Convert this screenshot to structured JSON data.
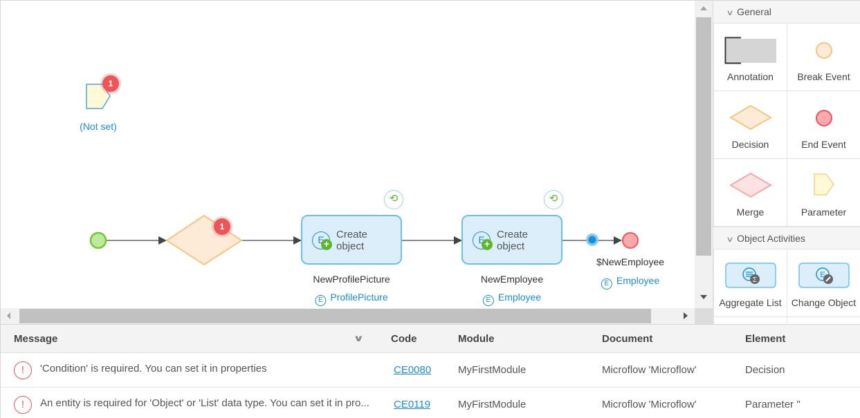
{
  "canvas": {
    "parameter": {
      "label": "(Not set)",
      "error_count": "1"
    },
    "decision": {
      "error_count": "1"
    },
    "activities": [
      {
        "text_line1": "Create",
        "text_line2": "object",
        "variable": "NewProfilePicture",
        "entity": "ProfilePicture",
        "entity_icon": "E"
      },
      {
        "text_line1": "Create",
        "text_line2": "object",
        "variable": "NewEmployee",
        "entity": "Employee",
        "entity_icon": "E"
      }
    ],
    "end_event": {
      "return_value": "$NewEmployee",
      "entity": "Employee",
      "entity_icon": "E"
    },
    "colors": {
      "start_fill": "#bfe7a0",
      "start_stroke": "#6fc92b",
      "decision_fill": "#fdebd8",
      "decision_stroke": "#f9c47e",
      "end_fill": "#f9a9ab",
      "end_stroke": "#ee5559",
      "activity_fill": "#dbeefa",
      "activity_stroke": "#6cc0ee",
      "error_badge": "#ee5559",
      "link_blue": "#1a8fd6"
    }
  },
  "toolbox": {
    "sections": [
      {
        "title": "General",
        "items": [
          {
            "label": "Annotation",
            "icon": "annotation-icon"
          },
          {
            "label": "Break Event",
            "icon": "break-event-icon"
          },
          {
            "label": "Decision",
            "icon": "decision-icon"
          },
          {
            "label": "End Event",
            "icon": "end-event-icon"
          },
          {
            "label": "Merge",
            "icon": "merge-icon"
          },
          {
            "label": "Parameter",
            "icon": "parameter-icon"
          }
        ]
      },
      {
        "title": "Object Activities",
        "items": [
          {
            "label": "Aggregate List",
            "icon": "aggregate-list-icon"
          },
          {
            "label": "Change Object",
            "icon": "change-object-icon"
          }
        ]
      }
    ]
  },
  "errors": {
    "columns": {
      "message": "Message",
      "code": "Code",
      "module": "Module",
      "document": "Document",
      "element": "Element"
    },
    "rows": [
      {
        "message": "'Condition' is required. You can set it in properties",
        "code": "CE0080",
        "module": "MyFirstModule",
        "document": "Microflow 'Microflow'",
        "element": "Decision"
      },
      {
        "message": "An entity is required for 'Object' or 'List' data type. You can set it in pro...",
        "code": "CE0119",
        "module": "MyFirstModule",
        "document": "Microflow 'Microflow'",
        "element": "Parameter ''"
      }
    ]
  }
}
